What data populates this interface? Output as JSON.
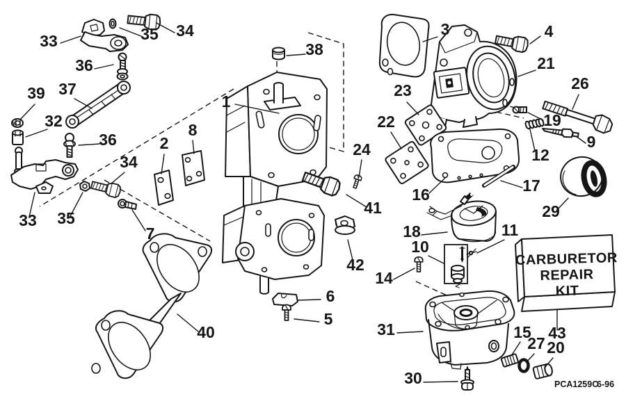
{
  "diagram": {
    "type": "exploded-parts-diagram",
    "callouts": [
      "1",
      "2",
      "3",
      "4",
      "5",
      "6",
      "7",
      "8",
      "9",
      "10",
      "11",
      "12",
      "14",
      "15",
      "16",
      "17",
      "18",
      "19",
      "20",
      "21",
      "22",
      "23",
      "24",
      "26",
      "27",
      "29",
      "30",
      "31",
      "32",
      "33",
      "33",
      "34",
      "34",
      "35",
      "35",
      "36",
      "36",
      "37",
      "38",
      "39",
      "40",
      "41",
      "42",
      "43"
    ],
    "kit_box": {
      "line1": "CARBURETOR",
      "line2": "REPAIR",
      "line3": "KIT"
    },
    "footer": {
      "part_code": "PCA1259C",
      "date_code": "6-96"
    },
    "colors": {
      "line": "#151515",
      "background": "#ffffff"
    }
  }
}
